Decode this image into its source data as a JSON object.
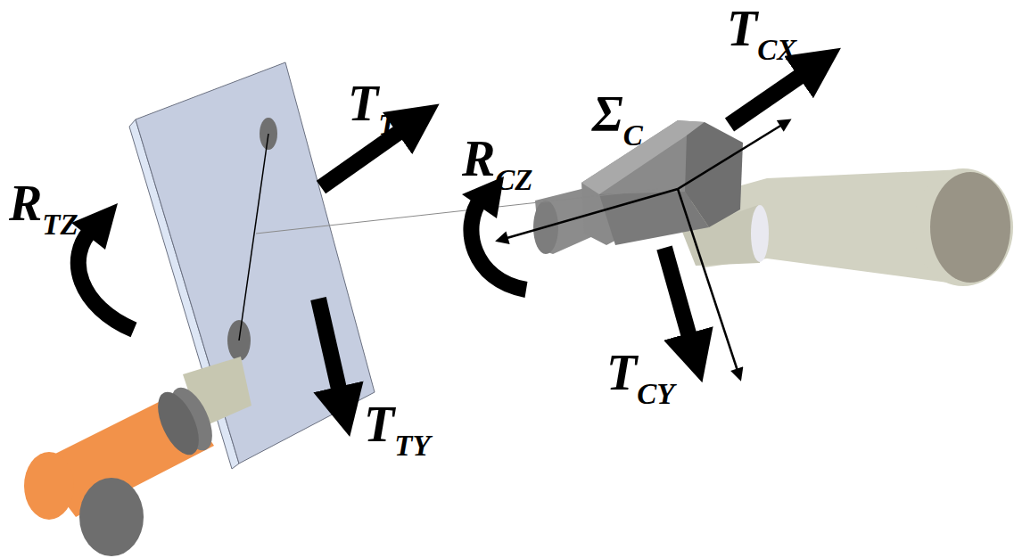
{
  "diagram": {
    "labels": [
      "RTZ",
      "TTX",
      "TTY",
      "ΣC",
      "RCZ",
      "TCX",
      "TCY"
    ]
  }
}
